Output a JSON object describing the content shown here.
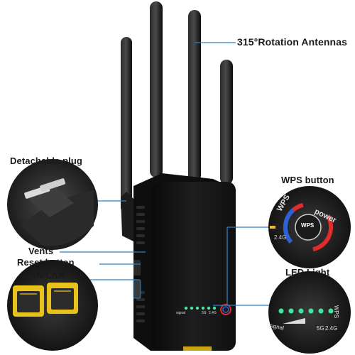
{
  "labels": {
    "antennas": "315°Rotation Antennas",
    "plug": "Detachable plug",
    "wps": "WPS button",
    "vents": "Vents",
    "reset": "Reset button",
    "wan": "WAN/LAN",
    "led": "LED Light"
  },
  "device_text": {
    "signal": "signal",
    "band_5g": "5G",
    "band_24g": "2.4G",
    "wps_center": "WPS",
    "power": "power",
    "wps_ring": "WPS",
    "zoom_24g": "2.4G"
  },
  "colors": {
    "device": "#141414",
    "callout_line": "#2f7fc1",
    "led": "#3ee8a0",
    "ethernet_port": "#e8c21a",
    "wps_red": "#e22b2b",
    "wps_blue": "#2a63d6"
  }
}
